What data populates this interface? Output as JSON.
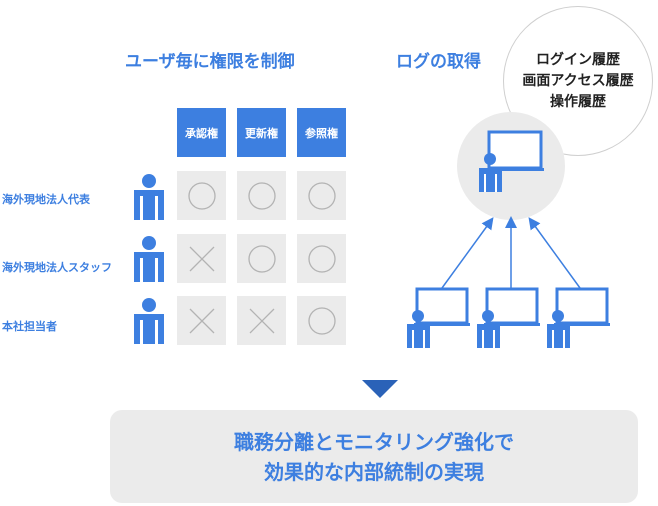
{
  "left_section": {
    "title": "ユーザ毎に権限を制御",
    "columns": [
      "承認権",
      "更新権",
      "参照権"
    ],
    "rows": [
      {
        "label": "海外現地法人代表",
        "permissions": [
          "circle",
          "circle",
          "circle"
        ]
      },
      {
        "label": "海外現地法人スタッフ",
        "permissions": [
          "cross",
          "circle",
          "circle"
        ]
      },
      {
        "label": "本社担当者",
        "permissions": [
          "cross",
          "cross",
          "circle"
        ]
      }
    ]
  },
  "right_section": {
    "title": "ログの取得",
    "bubble_lines": [
      "ログイン履歴",
      "画面アクセス履歴",
      "操作履歴"
    ]
  },
  "result": {
    "line1": "職務分離とモニタリング強化で",
    "line2": "効果的な内部統制の実現"
  },
  "colors": {
    "accent": "#3d7fe0",
    "cell_bg": "#ebebeb",
    "icon_gray": "#b3b3b3"
  },
  "icons": {
    "person": "person-icon",
    "circle": "circle-mark-icon",
    "cross": "cross-mark-icon",
    "computer_user": "computer-user-icon",
    "arrow_down": "triangle-down-icon"
  }
}
